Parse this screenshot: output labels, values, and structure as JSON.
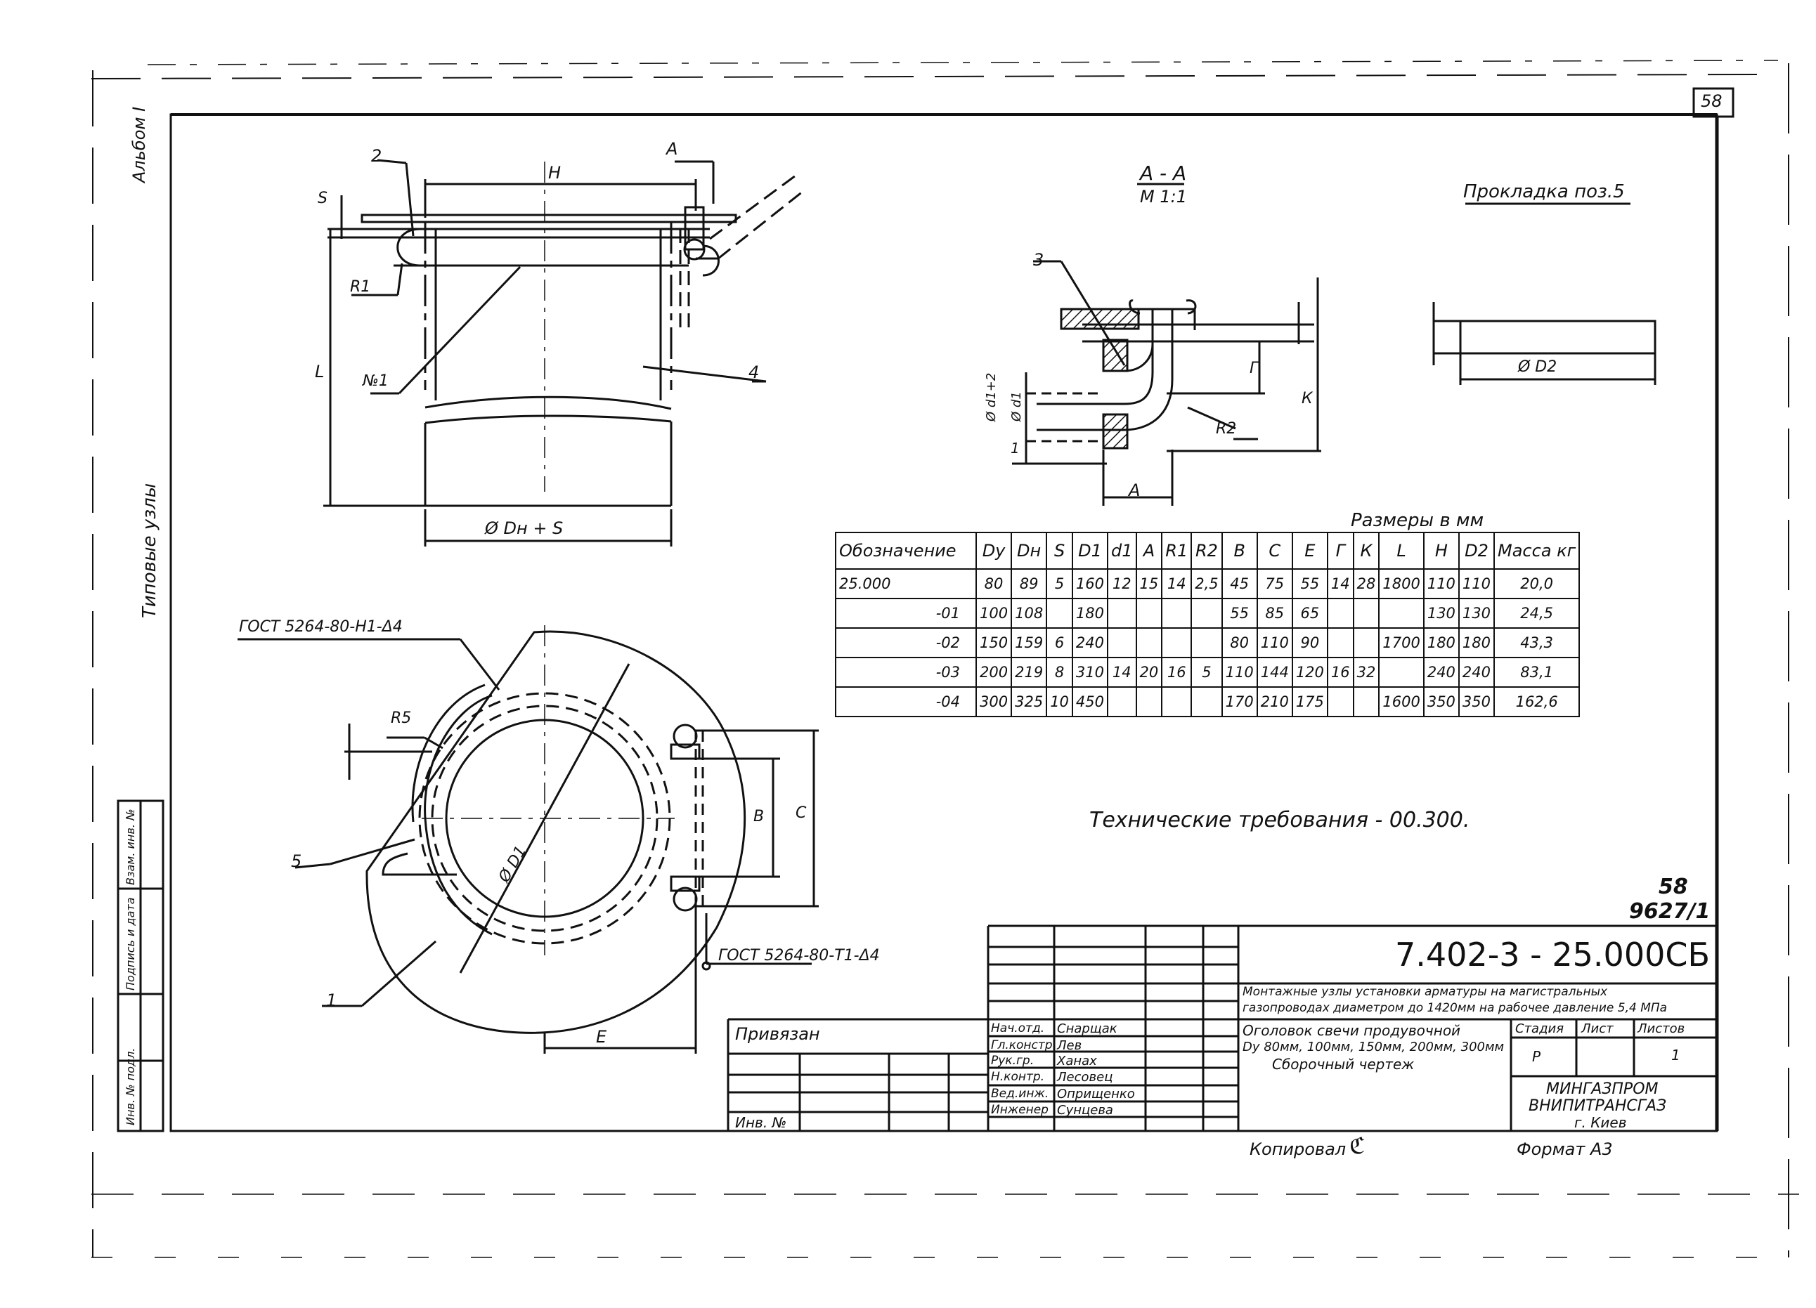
{
  "sheet": {
    "number": "58",
    "corner_mark": "58",
    "doc_ref": "9627/1",
    "view_title": "А - А",
    "view_scale": "М 1:1",
    "gasket_title": "Прокладка поз.5",
    "tech_req": "Технические требования - 00.300.",
    "copied_by": "Копировал",
    "format": "Формат А3"
  },
  "left_margin": {
    "top_note": "Альбом I",
    "typical_nodes": "Типовые узлы",
    "stamp_cells": [
      "Инв. № подл.",
      "Подпись и дата",
      "Взам. инв. №"
    ]
  },
  "labels": {
    "pos2": "2",
    "pos1": "1",
    "pos3": "3",
    "pos4": "4",
    "pos5": "5",
    "H": "Н",
    "S": "S",
    "L": "L",
    "R1": "R1",
    "N1": "№1",
    "Dn": "Ø Dн + S",
    "A": "А",
    "A2": "А",
    "gost1": "ГОСТ 5264-80-Н1-Δ4",
    "gost2": "ГОСТ 5264-80-Т1-Δ4",
    "R5": "R5",
    "D1": "Ø D1",
    "B": "В",
    "C": "С",
    "E": "Е",
    "d1": "Ø d1",
    "d1plus": "Ø d1+2",
    "R2": "R2",
    "F": "Г",
    "K": "К",
    "D2": "Ø D2",
    "one": "1"
  },
  "table": {
    "caption": "Размеры в мм",
    "headers": [
      "Обозначение",
      "Dу",
      "Dн",
      "S",
      "D1",
      "d1",
      "А",
      "R1",
      "R2",
      "В",
      "С",
      "Е",
      "Г",
      "К",
      "L",
      "Н",
      "D2",
      "Масса кг"
    ],
    "rows": [
      [
        "25.000",
        "80",
        "89",
        "5",
        "160",
        "12",
        "15",
        "14",
        "2,5",
        "45",
        "75",
        "55",
        "14",
        "28",
        "1800",
        "110",
        "110",
        "20,0"
      ],
      [
        "-01",
        "100",
        "108",
        "",
        "180",
        "",
        "",
        "",
        "",
        "55",
        "85",
        "65",
        "",
        "",
        "",
        "130",
        "130",
        "24,5"
      ],
      [
        "-02",
        "150",
        "159",
        "6",
        "240",
        "",
        "",
        "",
        "",
        "80",
        "110",
        "90",
        "",
        "",
        "1700",
        "180",
        "180",
        "43,3"
      ],
      [
        "-03",
        "200",
        "219",
        "8",
        "310",
        "14",
        "20",
        "16",
        "5",
        "110",
        "144",
        "120",
        "16",
        "32",
        "",
        "240",
        "240",
        "83,1"
      ],
      [
        "-04",
        "300",
        "325",
        "10",
        "450",
        "",
        "",
        "",
        "",
        "170",
        "210",
        "175",
        "",
        "",
        "1600",
        "350",
        "350",
        "162,6"
      ]
    ]
  },
  "title_block": {
    "code": "7.402-3 - 25.000СБ",
    "project_line1": "Монтажные узлы установки арматуры на магистральных",
    "project_line2": "газопроводах диаметром до 1420мм на рабочее давление 5,4 МПа",
    "item_line1": "Оголовок свечи продувочной",
    "item_line2": "Dу 80мм, 100мм, 150мм, 200мм, 300мм",
    "item_line3": "Сборочный чертеж",
    "stage_h": "Стадия",
    "sheet_h": "Лист",
    "sheets_h": "Листов",
    "stage": "Р",
    "sheets": "1",
    "org1": "МИНГАЗПРОМ",
    "org2": "ВНИПИТРАНСГАЗ",
    "org3": "г. Киев",
    "bound": "Привязан",
    "inv": "Инв. №",
    "roles": [
      "Нач.отд.",
      "Гл.констр.",
      "Рук.гр.",
      "Н.контр.",
      "Вед.инж.",
      "Инженер"
    ],
    "names": [
      "Снарщак",
      "Лев",
      "Ханах",
      "Лесовец",
      "Оприщенко",
      "Сунцева"
    ]
  }
}
